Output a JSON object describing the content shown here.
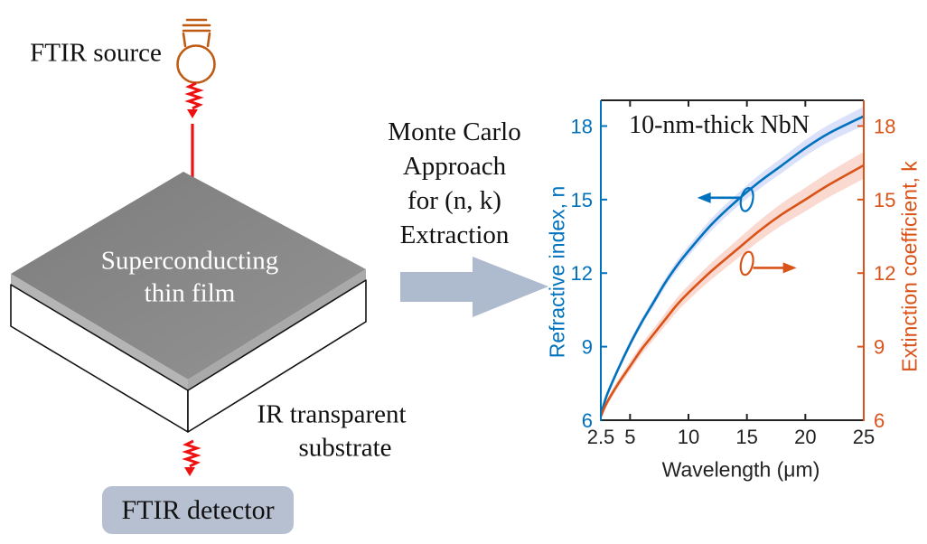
{
  "figure": {
    "schematic": {
      "source_label": "FTIR source",
      "film_label": [
        "Superconducting",
        "thin film"
      ],
      "substrate_label": [
        "IR transparent",
        "substrate"
      ],
      "detector_label": "FTIR detector"
    },
    "process": {
      "lines": [
        "Monte Carlo",
        "Approach",
        "for (n, k)",
        "Extraction"
      ]
    },
    "colors": {
      "beam_red": "#ee1111",
      "bulb_orange": "#bf5a14",
      "process_arrow_gray": "#aebacd",
      "detector_box_fill": "#b6c0d1",
      "film_gray": "#838383",
      "film_edge_gray": "#b2b2b2"
    }
  },
  "chart_data": {
    "type": "line",
    "title": "10-nm-thick NbN",
    "xlabel": "Wavelength (μm)",
    "ylabel_left": "Refractive index, n",
    "ylabel_right": "Extinction coefficient, k",
    "xlim": [
      2.5,
      25
    ],
    "ylim": [
      6,
      19.05
    ],
    "x_ticks": [
      2.5,
      5,
      10,
      15,
      20,
      25
    ],
    "x_tick_labels": [
      "2.5",
      "5",
      "10",
      "15",
      "20",
      "25"
    ],
    "y_ticks_left": [
      6,
      9,
      12,
      15,
      18
    ],
    "y_ticks_right": [
      6,
      9,
      12,
      15,
      18
    ],
    "axis_color_left": "#0072bd",
    "axis_color_right": "#d95319",
    "axis_color_bottom": "#222222",
    "x": [
      2.5,
      3,
      4,
      5,
      6,
      7,
      8,
      9,
      10,
      12,
      14,
      16,
      18,
      20,
      22,
      25
    ],
    "series": [
      {
        "name": "Refractive index, n",
        "axis": "left",
        "color": "#0072bd",
        "band_color": "rgba(110,130,235,0.24)",
        "values": [
          6.2,
          7.0,
          8.1,
          9.1,
          10.0,
          10.8,
          11.6,
          12.3,
          12.9,
          14.0,
          14.9,
          15.7,
          16.4,
          17.1,
          17.7,
          18.4
        ],
        "band_halfwidth": [
          0.1,
          0.11,
          0.12,
          0.14,
          0.15,
          0.17,
          0.18,
          0.2,
          0.21,
          0.24,
          0.26,
          0.29,
          0.31,
          0.33,
          0.35,
          0.38
        ]
      },
      {
        "name": "Extinction coefficient, k",
        "axis": "right",
        "color": "#d95319",
        "band_color": "rgba(235,110,75,0.26)",
        "values": [
          6.15,
          6.7,
          7.5,
          8.2,
          8.9,
          9.5,
          10.1,
          10.7,
          11.2,
          12.1,
          12.9,
          13.7,
          14.4,
          15.0,
          15.6,
          16.4
        ],
        "band_halfwidth": [
          0.12,
          0.14,
          0.16,
          0.19,
          0.21,
          0.23,
          0.26,
          0.28,
          0.3,
          0.34,
          0.38,
          0.41,
          0.45,
          0.48,
          0.51,
          0.55
        ]
      }
    ],
    "annotations": [
      {
        "series": "n",
        "shape": "ellipse",
        "arrow": "left",
        "x": 15,
        "y": 15.0
      },
      {
        "series": "k",
        "shape": "ellipse",
        "arrow": "right",
        "x": 15,
        "y": 12.4
      }
    ],
    "grid": false,
    "legend": "none (ellipse-arrow pointers to axes)"
  }
}
